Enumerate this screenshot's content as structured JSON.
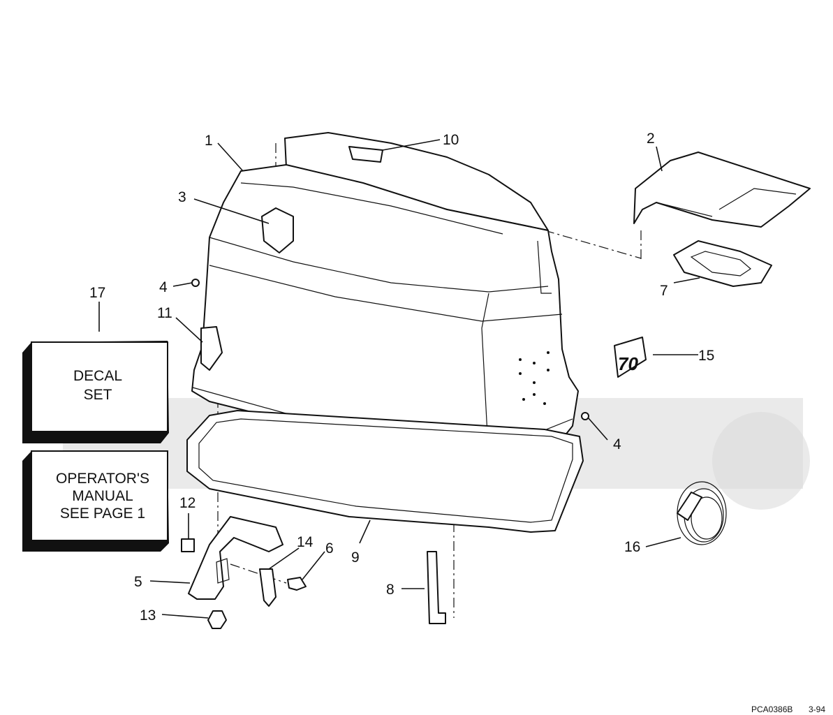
{
  "callouts": {
    "c1": "1",
    "c2": "2",
    "c3": "3",
    "c4a": "4",
    "c4b": "4",
    "c5": "5",
    "c6": "6",
    "c7": "7",
    "c8": "8",
    "c9": "9",
    "c10": "10",
    "c11": "11",
    "c12": "12",
    "c13": "13",
    "c14": "14",
    "c15": "15",
    "c16": "16",
    "c17": "17"
  },
  "decal_box": {
    "line1": "DECAL",
    "line2": "SET"
  },
  "manual_box": {
    "line1": "OPERATOR'S",
    "line2": "MANUAL",
    "line3": "SEE PAGE 1"
  },
  "emblem_text": "70",
  "footer": {
    "code": "PCA0386B",
    "date": "3-94"
  }
}
